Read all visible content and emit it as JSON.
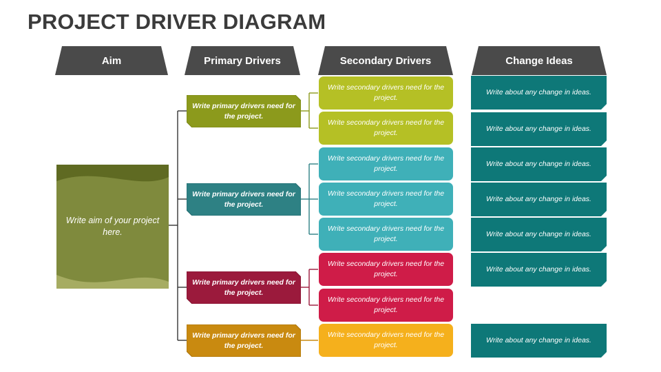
{
  "title": "PROJECT DRIVER DIAGRAM",
  "headers": {
    "aim": "Aim",
    "primary": "Primary Drivers",
    "secondary": "Secondary Drivers",
    "change": "Change Ideas"
  },
  "aim_text": "Write aim of your project here.",
  "primary_drivers": [
    {
      "text": "Write primary drivers need for the project.",
      "color": "#8c9a1c"
    },
    {
      "text": "Write primary drivers need for the project.",
      "color": "#2e8184"
    },
    {
      "text": "Write primary drivers need for the project.",
      "color": "#9b1a3c"
    },
    {
      "text": "Write primary drivers need for the project.",
      "color": "#c98a10"
    }
  ],
  "secondary_drivers": [
    {
      "text": "Write secondary drivers need for the project.",
      "color": "#b5c025"
    },
    {
      "text": "Write secondary drivers need for the project.",
      "color": "#b5c025"
    },
    {
      "text": "Write secondary drivers need for the project.",
      "color": "#3fb0b8"
    },
    {
      "text": "Write secondary drivers need for the project.",
      "color": "#3fb0b8"
    },
    {
      "text": "Write secondary drivers need for the project.",
      "color": "#3fb0b8"
    },
    {
      "text": "Write secondary drivers need for the project.",
      "color": "#cf1c48"
    },
    {
      "text": "Write secondary drivers need for the project.",
      "color": "#cf1c48"
    },
    {
      "text": "Write secondary drivers need for the project.",
      "color": "#f5b01c"
    }
  ],
  "change_ideas": [
    {
      "text": "Write about any change in ideas."
    },
    {
      "text": "Write about any change in ideas."
    },
    {
      "text": "Write about any change in ideas."
    },
    {
      "text": "Write about any change in ideas."
    },
    {
      "text": "Write about any change in ideas."
    },
    {
      "text": "Write about any change in ideas."
    },
    {
      "text": "Write about any change in ideas."
    }
  ],
  "colors": {
    "header": "#4a4a4a",
    "aim": "#7f8a3d",
    "change_idea": "#0e7878",
    "title": "#3b3b3b"
  }
}
